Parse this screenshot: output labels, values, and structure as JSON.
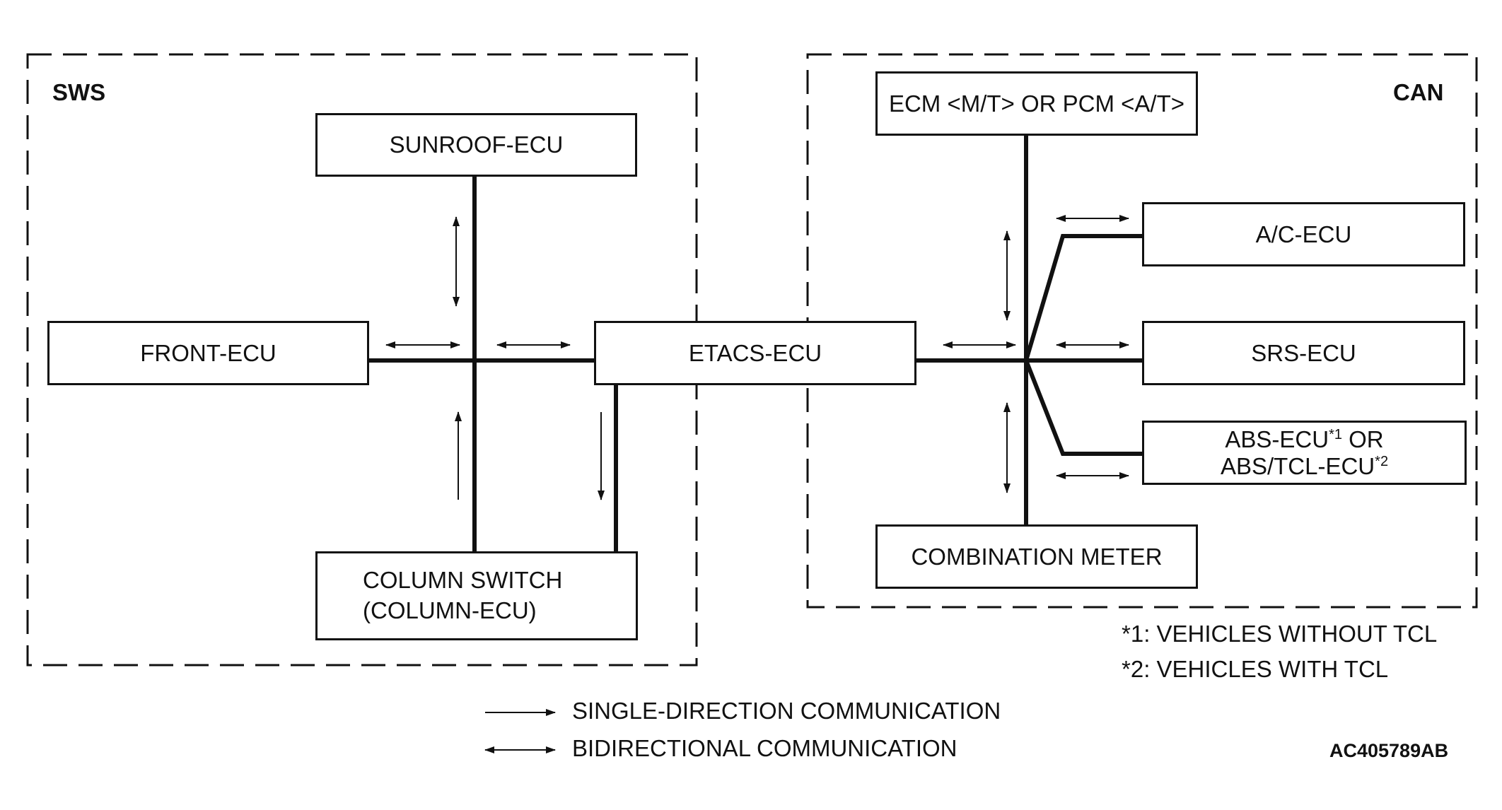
{
  "regions": {
    "sws_label": "SWS",
    "can_label": "CAN"
  },
  "ecus": {
    "sunroof": "SUNROOF-ECU",
    "front": "FRONT-ECU",
    "etacs": "ETACS-ECU",
    "column_line1": "COLUMN SWITCH",
    "column_line2": "(COLUMN-ECU)",
    "ecm_pcm": "ECM <M/T> OR PCM <A/T>",
    "ac": "A/C-ECU",
    "srs": "SRS-ECU",
    "abs_line1_a": "ABS-ECU",
    "abs_sup1": "*1",
    "abs_line1_b": " OR",
    "abs_line2_a": "ABS/TCL-ECU",
    "abs_sup2": "*2",
    "combination_meter": "COMBINATION METER"
  },
  "footnotes": {
    "note1": "*1: VEHICLES WITHOUT TCL",
    "note2": "*2: VEHICLES WITH TCL"
  },
  "legend": {
    "single": "SINGLE-DIRECTION COMMUNICATION",
    "bidirectional": "BIDIRECTIONAL COMMUNICATION"
  },
  "figure_id": "AC405789AB"
}
